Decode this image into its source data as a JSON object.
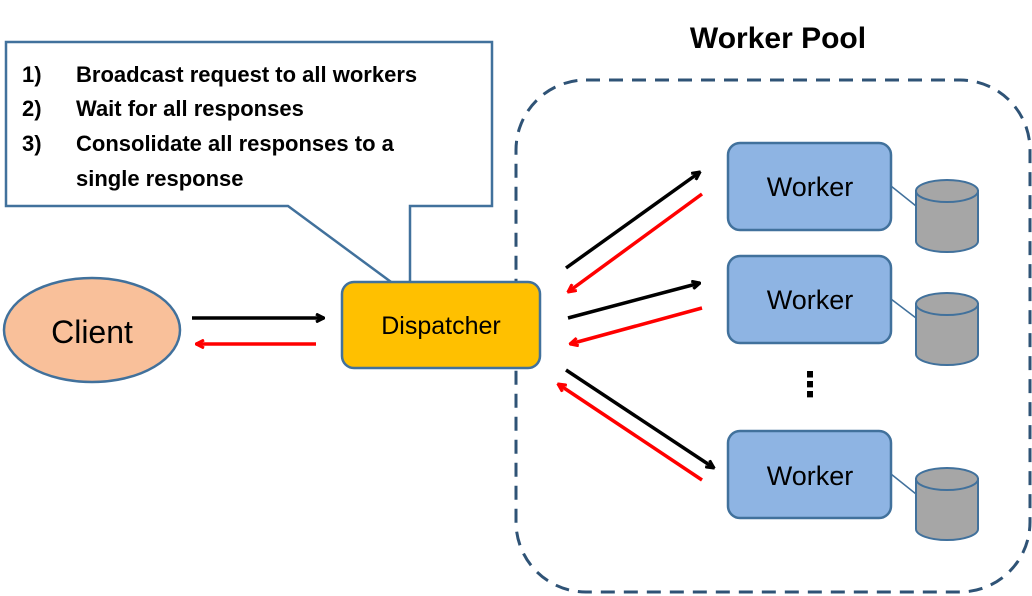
{
  "pool": {
    "title": "Worker Pool"
  },
  "callout": {
    "items": [
      {
        "num": "1)",
        "text": "Broadcast request to all workers"
      },
      {
        "num": "2)",
        "text": "Wait for all responses"
      },
      {
        "num": "3)",
        "text": "Consolidate all responses to a"
      }
    ],
    "continuation": "single response"
  },
  "client": {
    "label": "Client"
  },
  "dispatcher": {
    "label": "Dispatcher"
  },
  "workers": [
    {
      "label": "Worker"
    },
    {
      "label": "Worker"
    },
    {
      "label": "Worker"
    }
  ],
  "ellipsis": "⋮",
  "colors": {
    "client_fill": "#F9C09A",
    "client_stroke": "#41719C",
    "dispatcher_fill": "#FFC000",
    "dispatcher_stroke": "#41719C",
    "worker_fill": "#8EB4E3",
    "worker_stroke": "#41719C",
    "db_fill": "#A6A6A6",
    "db_stroke": "#41719C",
    "pool_border": "#2F5376",
    "callout_stroke": "#41719C",
    "request_arrow": "#000000",
    "response_arrow": "#FF0000"
  }
}
